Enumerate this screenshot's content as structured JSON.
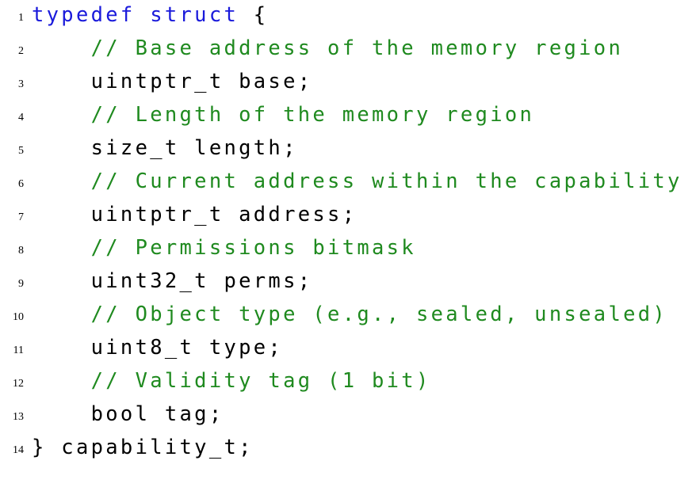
{
  "listing": {
    "lines": [
      {
        "number": "1",
        "keyword": "typedef struct",
        "text": " {"
      },
      {
        "number": "2",
        "comment": "    // Base address of the memory region"
      },
      {
        "number": "3",
        "text": "    uintptr_t base;"
      },
      {
        "number": "4",
        "comment": "    // Length of the memory region"
      },
      {
        "number": "5",
        "text": "    size_t length;"
      },
      {
        "number": "6",
        "comment": "    // Current address within the capability"
      },
      {
        "number": "7",
        "text": "    uintptr_t address;"
      },
      {
        "number": "8",
        "comment": "    // Permissions bitmask"
      },
      {
        "number": "9",
        "text": "    uint32_t perms;"
      },
      {
        "number": "10",
        "comment": "    // Object type (e.g., sealed, unsealed)"
      },
      {
        "number": "11",
        "text": "    uint8_t type;"
      },
      {
        "number": "12",
        "comment": "    // Validity tag (1 bit)"
      },
      {
        "number": "13",
        "text": "    bool tag;"
      },
      {
        "number": "14",
        "text": "} capability_t;"
      }
    ]
  },
  "colors": {
    "keyword": "#1a1adb",
    "comment": "#1f8a1f",
    "text": "#000000",
    "line_number": "#000000",
    "background": "#ffffff"
  }
}
